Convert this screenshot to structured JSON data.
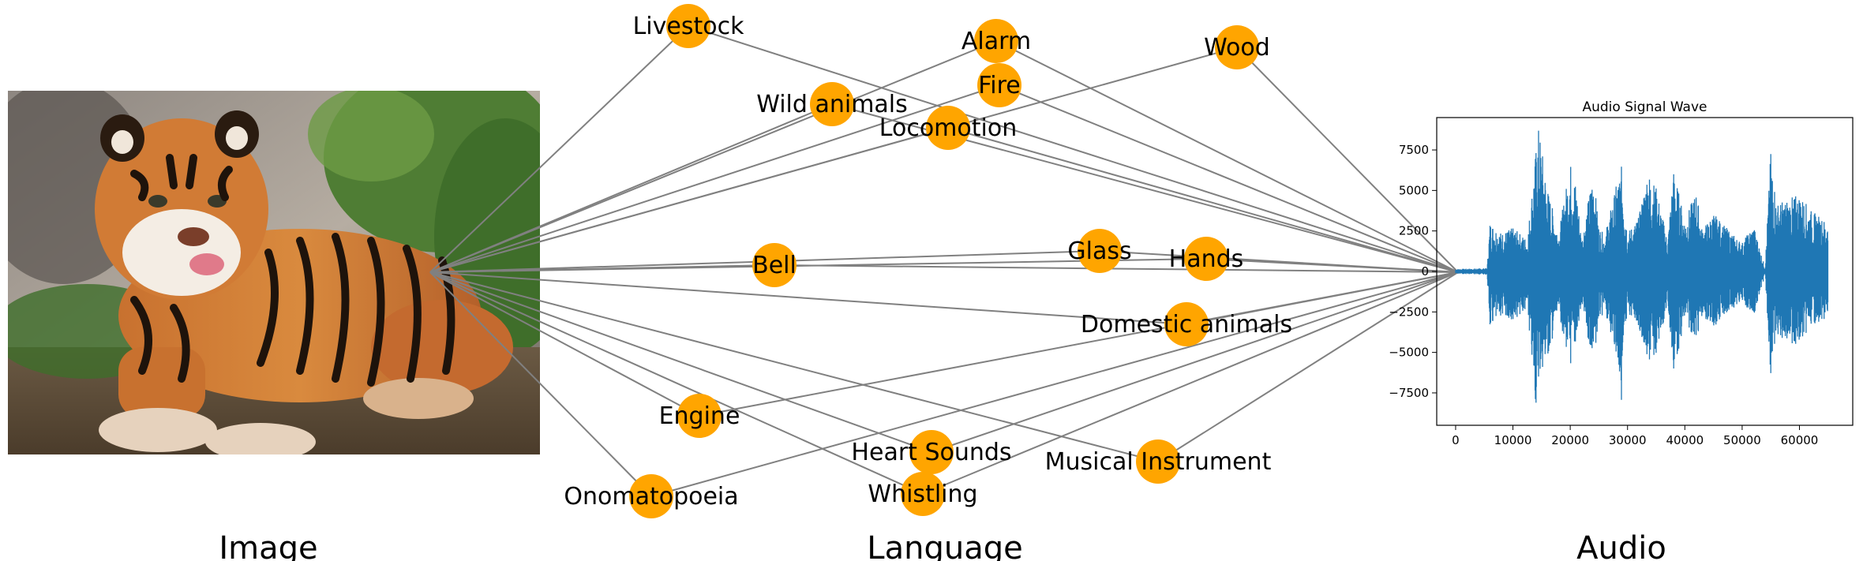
{
  "sections": {
    "image": "Image",
    "language": "Language",
    "audio": "Audio"
  },
  "nodes": [
    "Livestock",
    "Alarm",
    "Wood",
    "Wild animals",
    "Fire",
    "Locomotion",
    "Glass",
    "Bell",
    "Hands",
    "Domestic animals",
    "Engine",
    "Heart Sounds",
    "Musical Instrument",
    "Whistling",
    "Onomatopoeia"
  ],
  "colors": {
    "node_fill": "#FFA500",
    "edge": "#808080",
    "wave": "#1f77b4"
  },
  "photo": {
    "description_icon": "tiger-photo"
  },
  "chart_data": {
    "type": "line",
    "title": "Audio Signal Wave",
    "xlabel": "",
    "ylabel": "",
    "xlim": [
      -3300,
      69300
    ],
    "ylim": [
      -9500,
      9500
    ],
    "x_ticks": [
      0,
      10000,
      20000,
      30000,
      40000,
      50000,
      60000
    ],
    "x_tick_labels": [
      "0",
      "10000",
      "20000",
      "30000",
      "40000",
      "50000",
      "60000"
    ],
    "y_ticks": [
      -7500,
      -5000,
      -2500,
      0,
      2500,
      5000,
      7500
    ],
    "y_tick_labels": [
      "−7500",
      "−5000",
      "−2500",
      "0",
      "2500",
      "5000",
      "7500"
    ],
    "grid": false,
    "series": [
      {
        "values_envelope": {
          "x": [
            0,
            5500,
            6000,
            8000,
            10000,
            12500,
            14000,
            14500,
            16000,
            18000,
            20000,
            21000,
            22000,
            24000,
            25000,
            26000,
            28000,
            29000,
            30000,
            32000,
            33500,
            35000,
            37000,
            38000,
            40000,
            42000,
            43000,
            45000,
            47000,
            49000,
            50000,
            52000,
            54000,
            55000,
            56000,
            58000,
            60000,
            62000,
            65000
          ],
          "max": [
            150,
            200,
            3100,
            2400,
            2700,
            2000,
            7500,
            9000,
            5200,
            2400,
            6800,
            5500,
            2000,
            6200,
            2800,
            2200,
            5300,
            6600,
            2400,
            3400,
            6300,
            5200,
            1900,
            6400,
            3200,
            5000,
            2600,
            3600,
            2800,
            2100,
            1800,
            2900,
            200,
            7500,
            4200,
            4500,
            4800,
            3800,
            3000
          ],
          "min": [
            -150,
            -200,
            -3600,
            -2800,
            -3000,
            -2400,
            -8500,
            -6500,
            -5500,
            -2600,
            -6000,
            -4500,
            -2200,
            -5800,
            -3000,
            -2500,
            -5000,
            -8200,
            -2600,
            -3400,
            -6000,
            -5100,
            -2100,
            -6400,
            -3100,
            -4300,
            -2800,
            -3500,
            -2600,
            -2200,
            -1800,
            -2900,
            -200,
            -6500,
            -4000,
            -4400,
            -4600,
            -3300,
            -3000
          ]
        }
      }
    ]
  }
}
